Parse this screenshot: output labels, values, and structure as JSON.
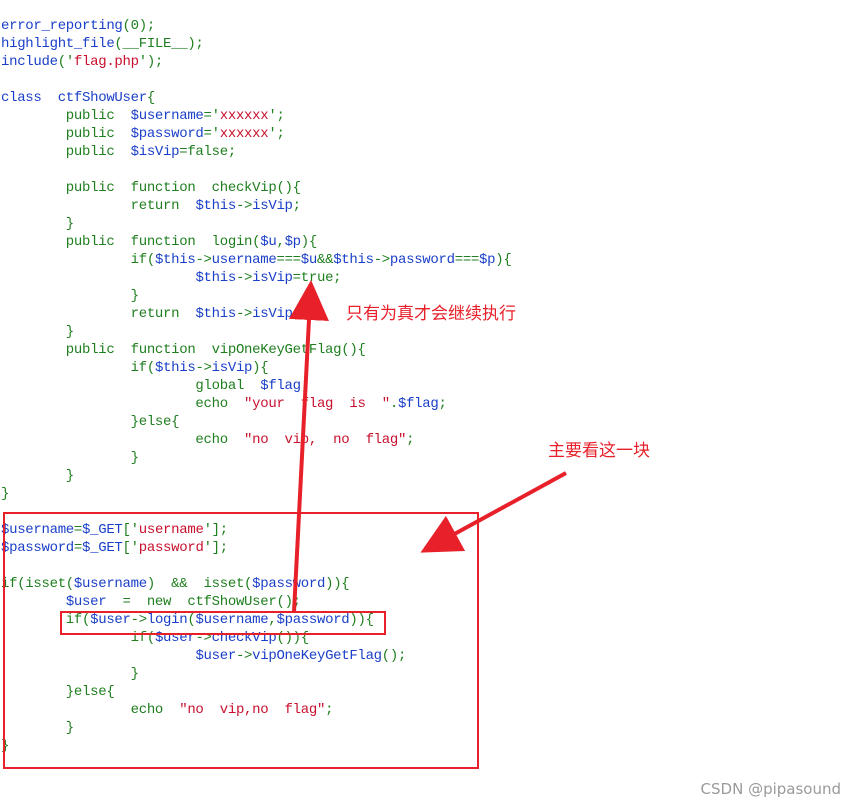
{
  "code": {
    "lines": [
      [
        {
          "t": "error_reporting",
          "c": "default"
        },
        {
          "t": "(0);",
          "c": "op"
        }
      ],
      [
        {
          "t": "highlight_file",
          "c": "default"
        },
        {
          "t": "(__FILE__);",
          "c": "op"
        }
      ],
      [
        {
          "t": "include",
          "c": "default"
        },
        {
          "t": "('",
          "c": "op"
        },
        {
          "t": "flag.php",
          "c": "str"
        },
        {
          "t": "');",
          "c": "op"
        }
      ],
      [],
      [
        {
          "t": "class  ctfShowUser",
          "c": "default"
        },
        {
          "t": "{",
          "c": "op"
        }
      ],
      [
        {
          "t": "        public  ",
          "c": "kw"
        },
        {
          "t": "$username",
          "c": "var"
        },
        {
          "t": "='",
          "c": "op"
        },
        {
          "t": "xxxxxx",
          "c": "str"
        },
        {
          "t": "';",
          "c": "op"
        }
      ],
      [
        {
          "t": "        public  ",
          "c": "kw"
        },
        {
          "t": "$password",
          "c": "var"
        },
        {
          "t": "='",
          "c": "op"
        },
        {
          "t": "xxxxxx",
          "c": "str"
        },
        {
          "t": "';",
          "c": "op"
        }
      ],
      [
        {
          "t": "        public  ",
          "c": "kw"
        },
        {
          "t": "$isVip",
          "c": "var"
        },
        {
          "t": "=false;",
          "c": "op"
        }
      ],
      [],
      [
        {
          "t": "        public  function  checkVip",
          "c": "kw"
        },
        {
          "t": "(){",
          "c": "op"
        }
      ],
      [
        {
          "t": "                return  ",
          "c": "kw"
        },
        {
          "t": "$this",
          "c": "var"
        },
        {
          "t": "->",
          "c": "op"
        },
        {
          "t": "isVip",
          "c": "var"
        },
        {
          "t": ";",
          "c": "op"
        }
      ],
      [
        {
          "t": "        }",
          "c": "op"
        }
      ],
      [
        {
          "t": "        public  function  login",
          "c": "kw"
        },
        {
          "t": "(",
          "c": "op"
        },
        {
          "t": "$u",
          "c": "var"
        },
        {
          "t": ",",
          "c": "op"
        },
        {
          "t": "$p",
          "c": "var"
        },
        {
          "t": "){",
          "c": "op"
        }
      ],
      [
        {
          "t": "                if(",
          "c": "kw"
        },
        {
          "t": "$this",
          "c": "var"
        },
        {
          "t": "->",
          "c": "op"
        },
        {
          "t": "username",
          "c": "var"
        },
        {
          "t": "===",
          "c": "op"
        },
        {
          "t": "$u",
          "c": "var"
        },
        {
          "t": "&&",
          "c": "op"
        },
        {
          "t": "$this",
          "c": "var"
        },
        {
          "t": "->",
          "c": "op"
        },
        {
          "t": "password",
          "c": "var"
        },
        {
          "t": "===",
          "c": "op"
        },
        {
          "t": "$p",
          "c": "var"
        },
        {
          "t": "){",
          "c": "op"
        }
      ],
      [
        {
          "t": "                        ",
          "c": "op"
        },
        {
          "t": "$this",
          "c": "var"
        },
        {
          "t": "->",
          "c": "op"
        },
        {
          "t": "isVip",
          "c": "var"
        },
        {
          "t": "=true;",
          "c": "op"
        }
      ],
      [
        {
          "t": "                }",
          "c": "op"
        }
      ],
      [
        {
          "t": "                return  ",
          "c": "kw"
        },
        {
          "t": "$this",
          "c": "var"
        },
        {
          "t": "->",
          "c": "op"
        },
        {
          "t": "isVip",
          "c": "var"
        },
        {
          "t": ";",
          "c": "op"
        }
      ],
      [
        {
          "t": "        }",
          "c": "op"
        }
      ],
      [
        {
          "t": "        public  function  vipOneKeyGetFlag",
          "c": "kw"
        },
        {
          "t": "(){",
          "c": "op"
        }
      ],
      [
        {
          "t": "                if(",
          "c": "kw"
        },
        {
          "t": "$this",
          "c": "var"
        },
        {
          "t": "->",
          "c": "op"
        },
        {
          "t": "isVip",
          "c": "var"
        },
        {
          "t": "){",
          "c": "op"
        }
      ],
      [
        {
          "t": "                        global  ",
          "c": "kw"
        },
        {
          "t": "$flag",
          "c": "var"
        },
        {
          "t": ";",
          "c": "op"
        }
      ],
      [
        {
          "t": "                        echo  ",
          "c": "kw"
        },
        {
          "t": "\"your  flag  is  \"",
          "c": "str"
        },
        {
          "t": ".",
          "c": "op"
        },
        {
          "t": "$flag",
          "c": "var"
        },
        {
          "t": ";",
          "c": "op"
        }
      ],
      [
        {
          "t": "                }else{",
          "c": "kw"
        }
      ],
      [
        {
          "t": "                        echo  ",
          "c": "kw"
        },
        {
          "t": "\"no  vip,  no  flag\"",
          "c": "str"
        },
        {
          "t": ";",
          "c": "op"
        }
      ],
      [
        {
          "t": "                }",
          "c": "op"
        }
      ],
      [
        {
          "t": "        }",
          "c": "op"
        }
      ],
      [
        {
          "t": "}",
          "c": "op"
        }
      ],
      [],
      [
        {
          "t": "$username",
          "c": "var"
        },
        {
          "t": "=",
          "c": "op"
        },
        {
          "t": "$_GET",
          "c": "var"
        },
        {
          "t": "['",
          "c": "op"
        },
        {
          "t": "username",
          "c": "str"
        },
        {
          "t": "'];",
          "c": "op"
        }
      ],
      [
        {
          "t": "$password",
          "c": "var"
        },
        {
          "t": "=",
          "c": "op"
        },
        {
          "t": "$_GET",
          "c": "var"
        },
        {
          "t": "['",
          "c": "op"
        },
        {
          "t": "password",
          "c": "str"
        },
        {
          "t": "'];",
          "c": "op"
        }
      ],
      [],
      [
        {
          "t": "if(isset(",
          "c": "kw"
        },
        {
          "t": "$username",
          "c": "var"
        },
        {
          "t": ")  &&  isset(",
          "c": "kw"
        },
        {
          "t": "$password",
          "c": "var"
        },
        {
          "t": ")){",
          "c": "kw"
        }
      ],
      [
        {
          "t": "        ",
          "c": "op"
        },
        {
          "t": "$user",
          "c": "var"
        },
        {
          "t": "  =  new  ctfShowUser",
          "c": "kw"
        },
        {
          "t": "();",
          "c": "op"
        }
      ],
      [
        {
          "t": "        if(",
          "c": "kw"
        },
        {
          "t": "$user",
          "c": "var"
        },
        {
          "t": "->",
          "c": "op"
        },
        {
          "t": "login",
          "c": "var"
        },
        {
          "t": "(",
          "c": "op"
        },
        {
          "t": "$username",
          "c": "var"
        },
        {
          "t": ",",
          "c": "op"
        },
        {
          "t": "$password",
          "c": "var"
        },
        {
          "t": ")){",
          "c": "op"
        }
      ],
      [
        {
          "t": "                if(",
          "c": "kw"
        },
        {
          "t": "$user",
          "c": "var"
        },
        {
          "t": "->",
          "c": "op"
        },
        {
          "t": "checkVip",
          "c": "var"
        },
        {
          "t": "()){",
          "c": "op"
        }
      ],
      [
        {
          "t": "                        ",
          "c": "op"
        },
        {
          "t": "$user",
          "c": "var"
        },
        {
          "t": "->",
          "c": "op"
        },
        {
          "t": "vipOneKeyGetFlag",
          "c": "var"
        },
        {
          "t": "();",
          "c": "op"
        }
      ],
      [
        {
          "t": "                }",
          "c": "op"
        }
      ],
      [
        {
          "t": "        }else{",
          "c": "kw"
        }
      ],
      [
        {
          "t": "                echo  ",
          "c": "kw"
        },
        {
          "t": "\"no  vip,no  flag\"",
          "c": "str"
        },
        {
          "t": ";",
          "c": "op"
        }
      ],
      [
        {
          "t": "        }",
          "c": "op"
        }
      ],
      [
        {
          "t": "}",
          "c": "op"
        }
      ]
    ]
  },
  "annotations": {
    "note_1": "只有为真才会继续执行",
    "note_2": "主要看这一块"
  },
  "watermark": "CSDN @pipasound",
  "colors": {
    "annotation_red": "#e8202a",
    "keyword_green": "#1f7f1f",
    "identifier_blue": "#1a3fc8",
    "string_red": "#c8102e",
    "watermark_gray": "#9a9a9a"
  }
}
